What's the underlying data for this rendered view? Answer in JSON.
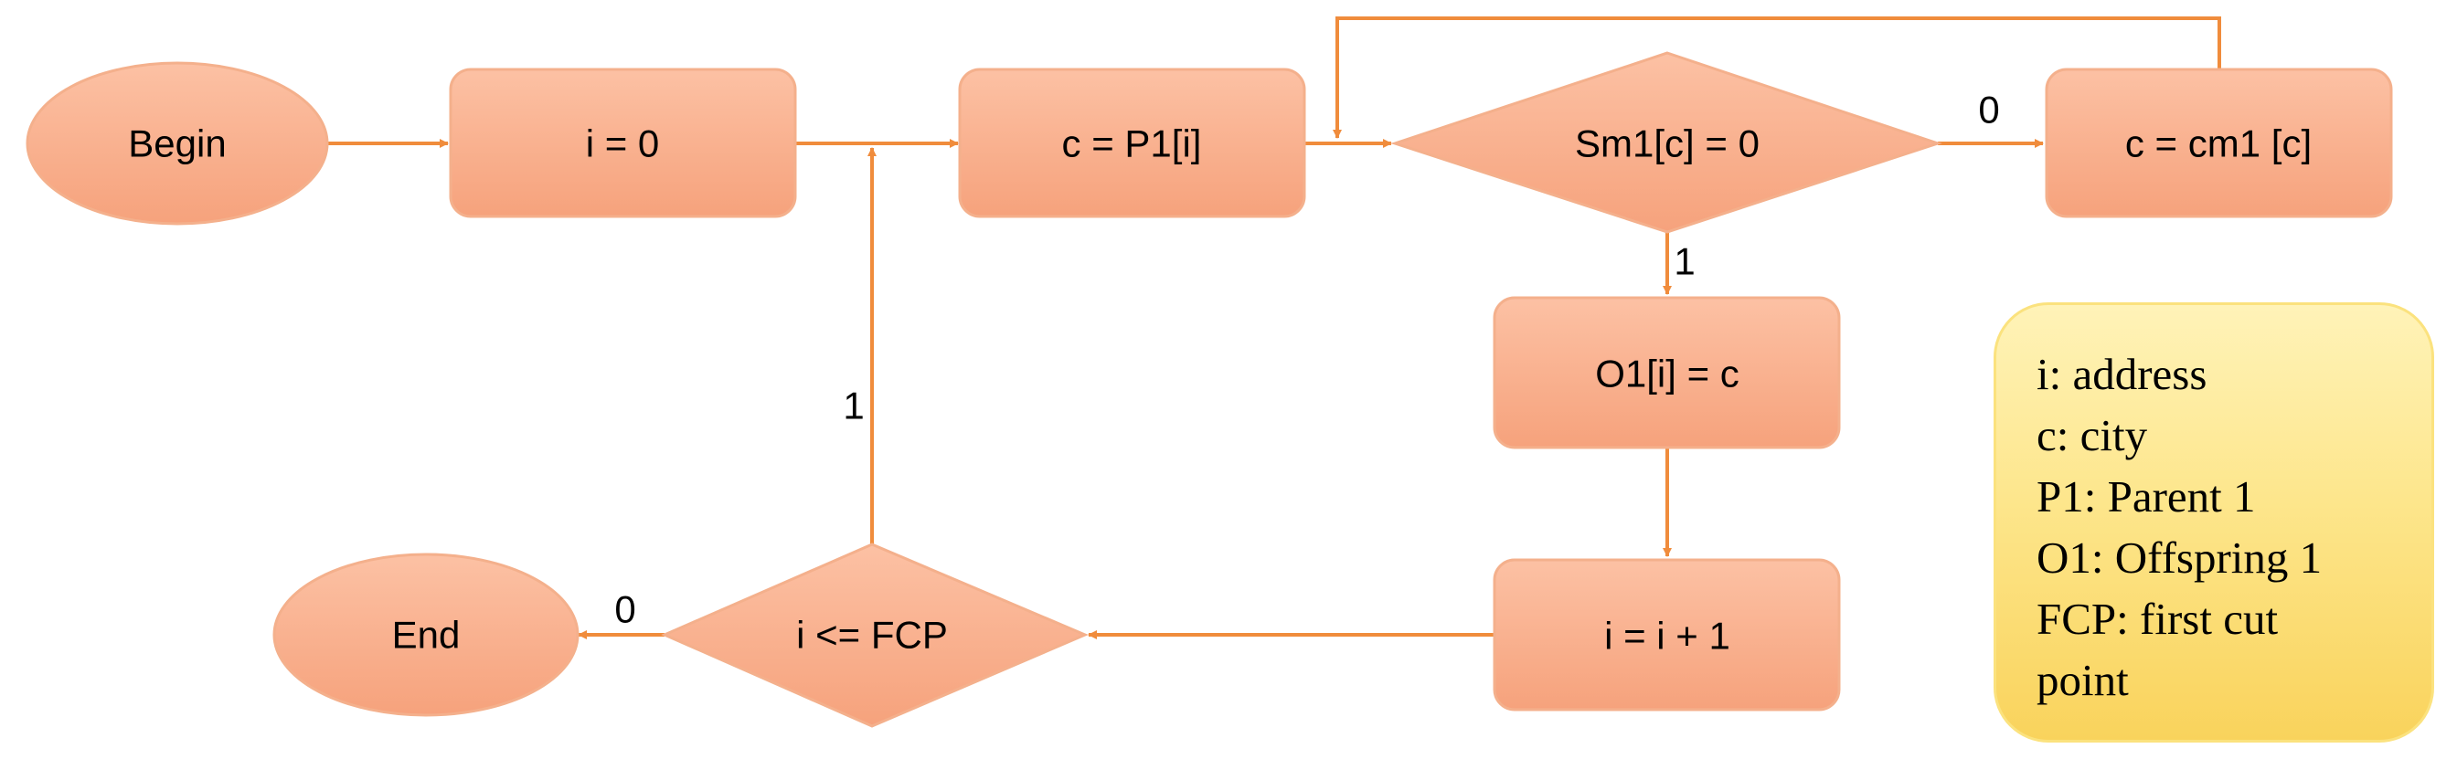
{
  "colors": {
    "node_fill_top": "#fcc1a4",
    "node_fill_bottom": "#f6a27c",
    "node_stroke": "#f4b08c",
    "arrow": "#f08c3c",
    "legend_fill": "#fde68c",
    "legend_border": "#fbe27e"
  },
  "nodes": {
    "begin": "Begin",
    "init": "i = 0",
    "assign_c": "c = P1[i]",
    "check": "Sm1[c] = 0",
    "next_c": "c = cm1 [c]",
    "copy": "O1[i] = c",
    "increment": "i = i + 1",
    "loop_check": "i <= FCP",
    "end": "End"
  },
  "edge_labels": {
    "check_zero": "0",
    "check_one": "1",
    "loop_one": "1",
    "loop_zero": "0"
  },
  "legend": {
    "lines": [
      "i: address",
      "c: city",
      "P1: Parent 1",
      "O1: Offspring 1",
      "FCP: first cut",
      "point"
    ]
  }
}
